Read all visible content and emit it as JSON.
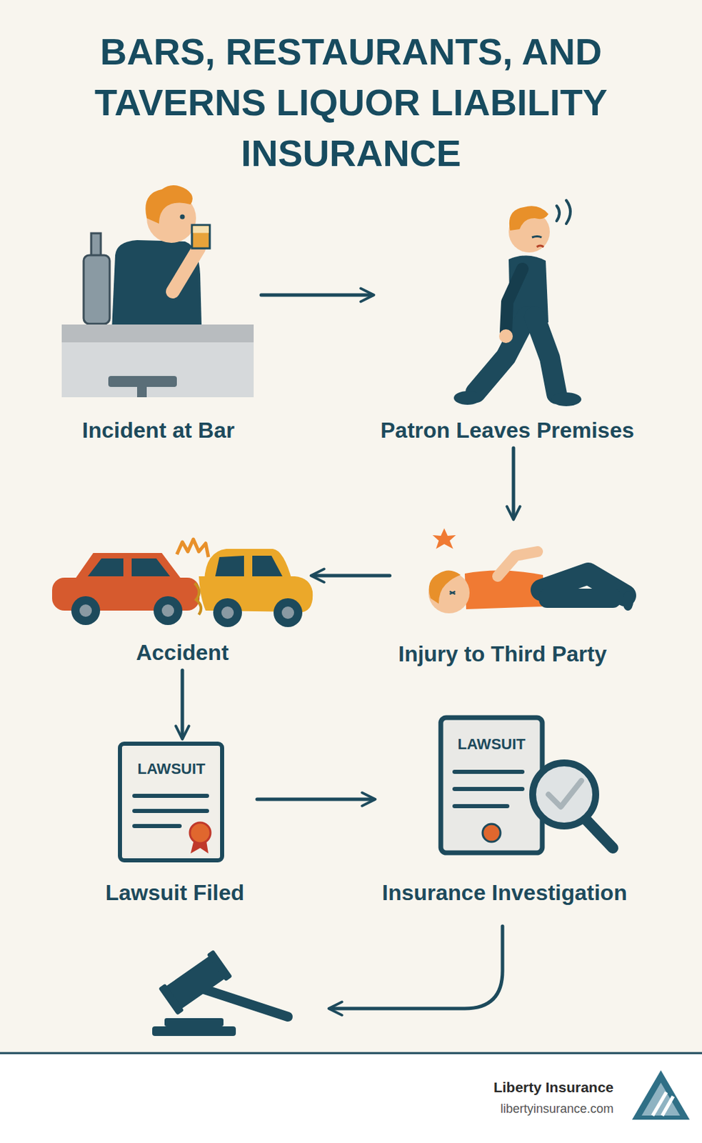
{
  "diagram": {
    "title": "BARS, RESTAURANTS, AND TAVERNS LIQUOR LIABILITY INSURANCE",
    "nodes": [
      {
        "text": [
          "Incident at Bar"
        ]
      },
      {
        "text": [
          "Patron Leaves Premises"
        ]
      },
      {
        "text": [
          "Injury to Third Party"
        ]
      },
      {
        "text": [
          "Accident"
        ]
      },
      {
        "text": [
          "Lawsuit Filed"
        ]
      },
      {
        "text": [
          "Insurance Investigation"
        ]
      }
    ],
    "edges": [
      {
        "from": 0,
        "to": 1,
        "arrow": "to"
      },
      {
        "from": 1,
        "to": 2,
        "arrow": "to"
      },
      {
        "from": 2,
        "to": 3,
        "arrow": "to"
      },
      {
        "from": 3,
        "to": 4,
        "arrow": "to"
      },
      {
        "from": 4,
        "to": 5,
        "arrow": "to"
      }
    ],
    "labels": [
      "LAWSUIT",
      "LAWSUIT",
      "Liberty Insurance",
      "libertyinsurance.com"
    ]
  }
}
